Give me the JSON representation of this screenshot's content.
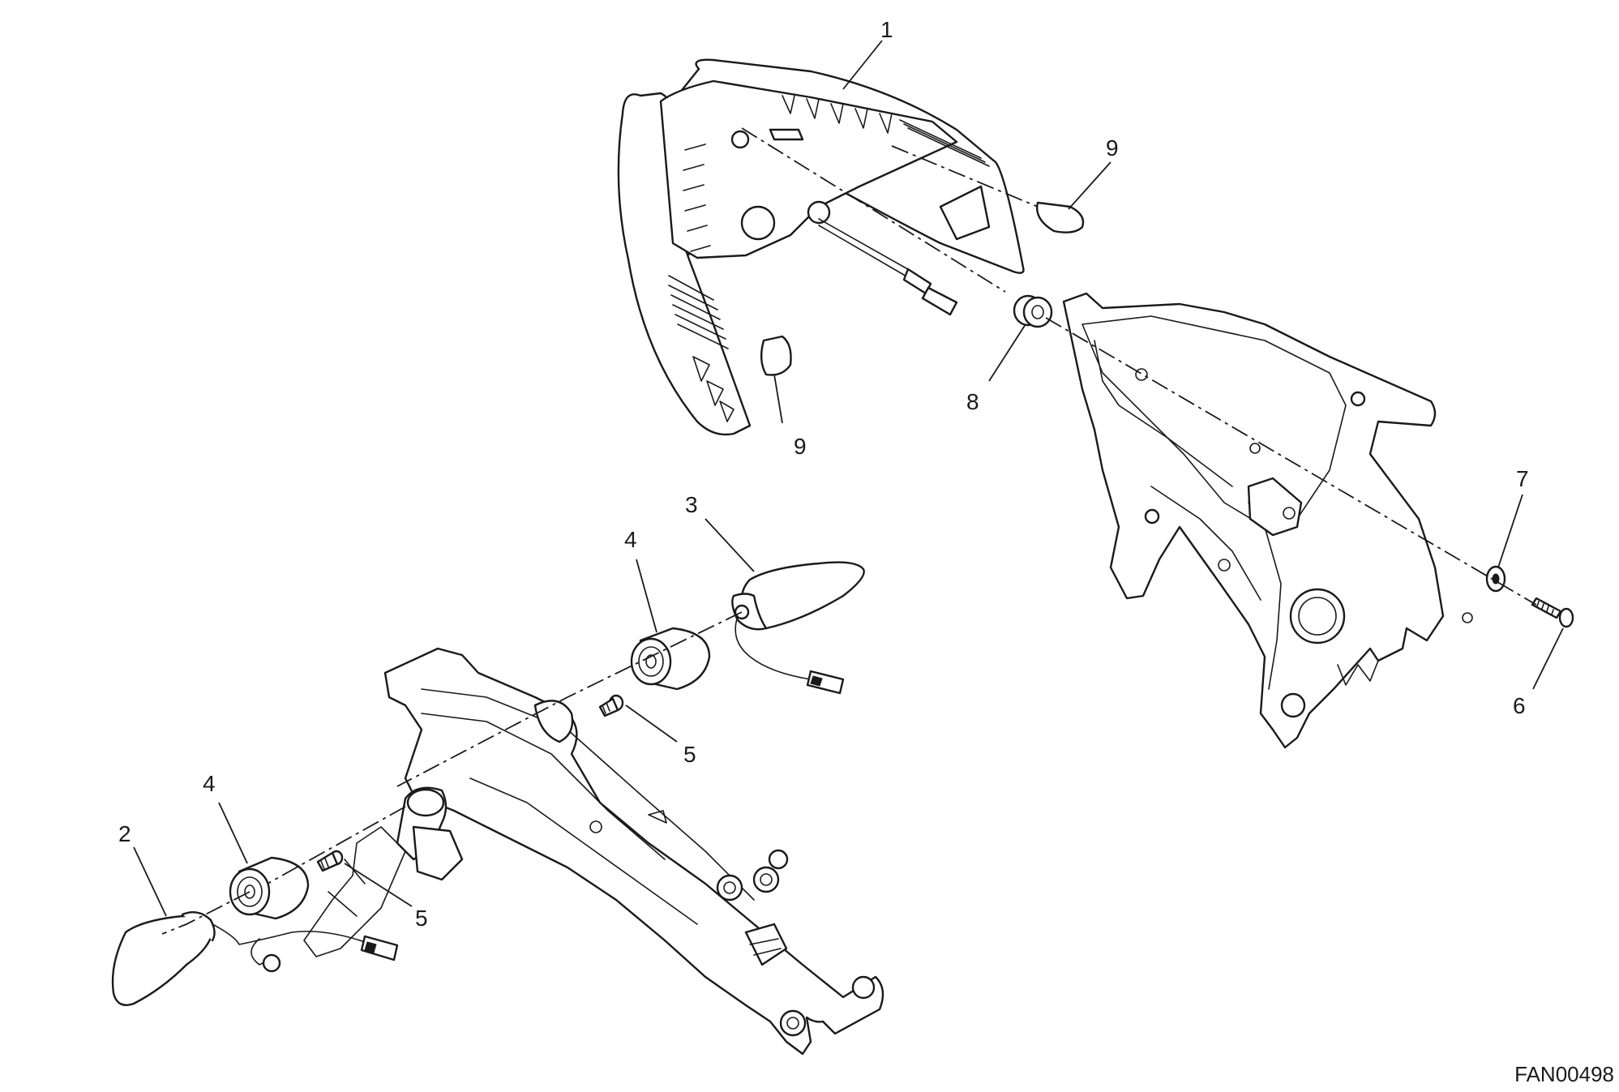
{
  "drawing_code": "FAN00498",
  "callouts": {
    "c1": "1",
    "c2": "2",
    "c3": "3",
    "c4a": "4",
    "c4b": "4",
    "c5a": "5",
    "c5b": "5",
    "c6": "6",
    "c7": "7",
    "c8": "8",
    "c9a": "9",
    "c9b": "9"
  }
}
